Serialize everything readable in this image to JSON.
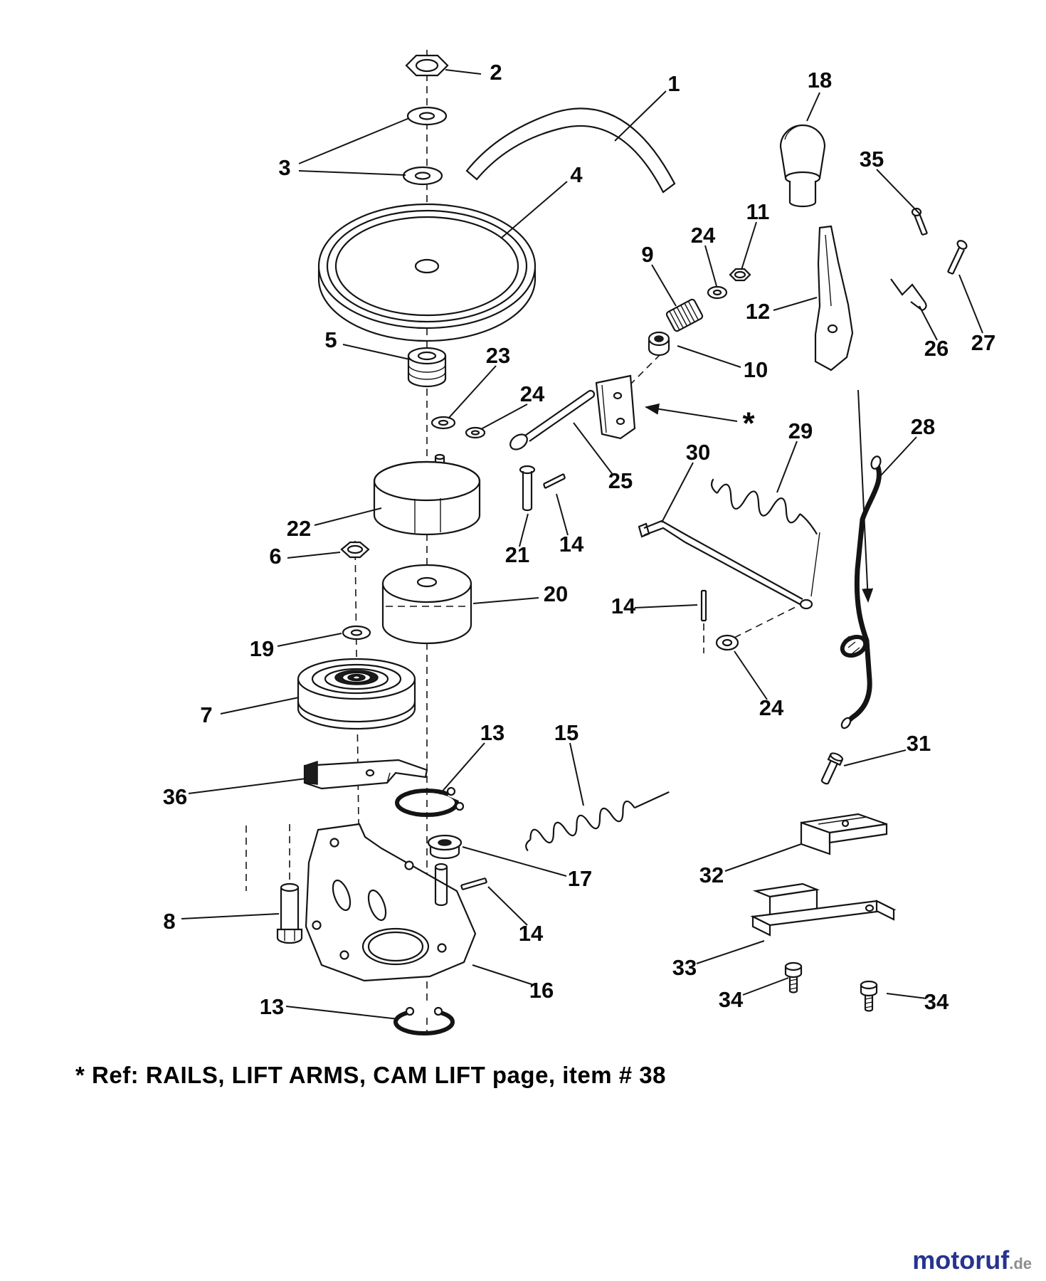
{
  "callouts": [
    "2",
    "1",
    "18",
    "3",
    "35",
    "4",
    "24",
    "11",
    "9",
    "12",
    "26",
    "27",
    "10",
    "5",
    "23",
    "24",
    "*",
    "29",
    "28",
    "30",
    "25",
    "22",
    "21",
    "14",
    "6",
    "20",
    "14",
    "19",
    "24",
    "7",
    "13",
    "15",
    "31",
    "36",
    "32",
    "17",
    "14",
    "8",
    "16",
    "33",
    "34",
    "34",
    "13"
  ],
  "footnote": "* Ref: RAILS, LIFT ARMS, CAM LIFT page, item # 38",
  "watermark": {
    "brand": "motoruf",
    "tld": ".de"
  }
}
